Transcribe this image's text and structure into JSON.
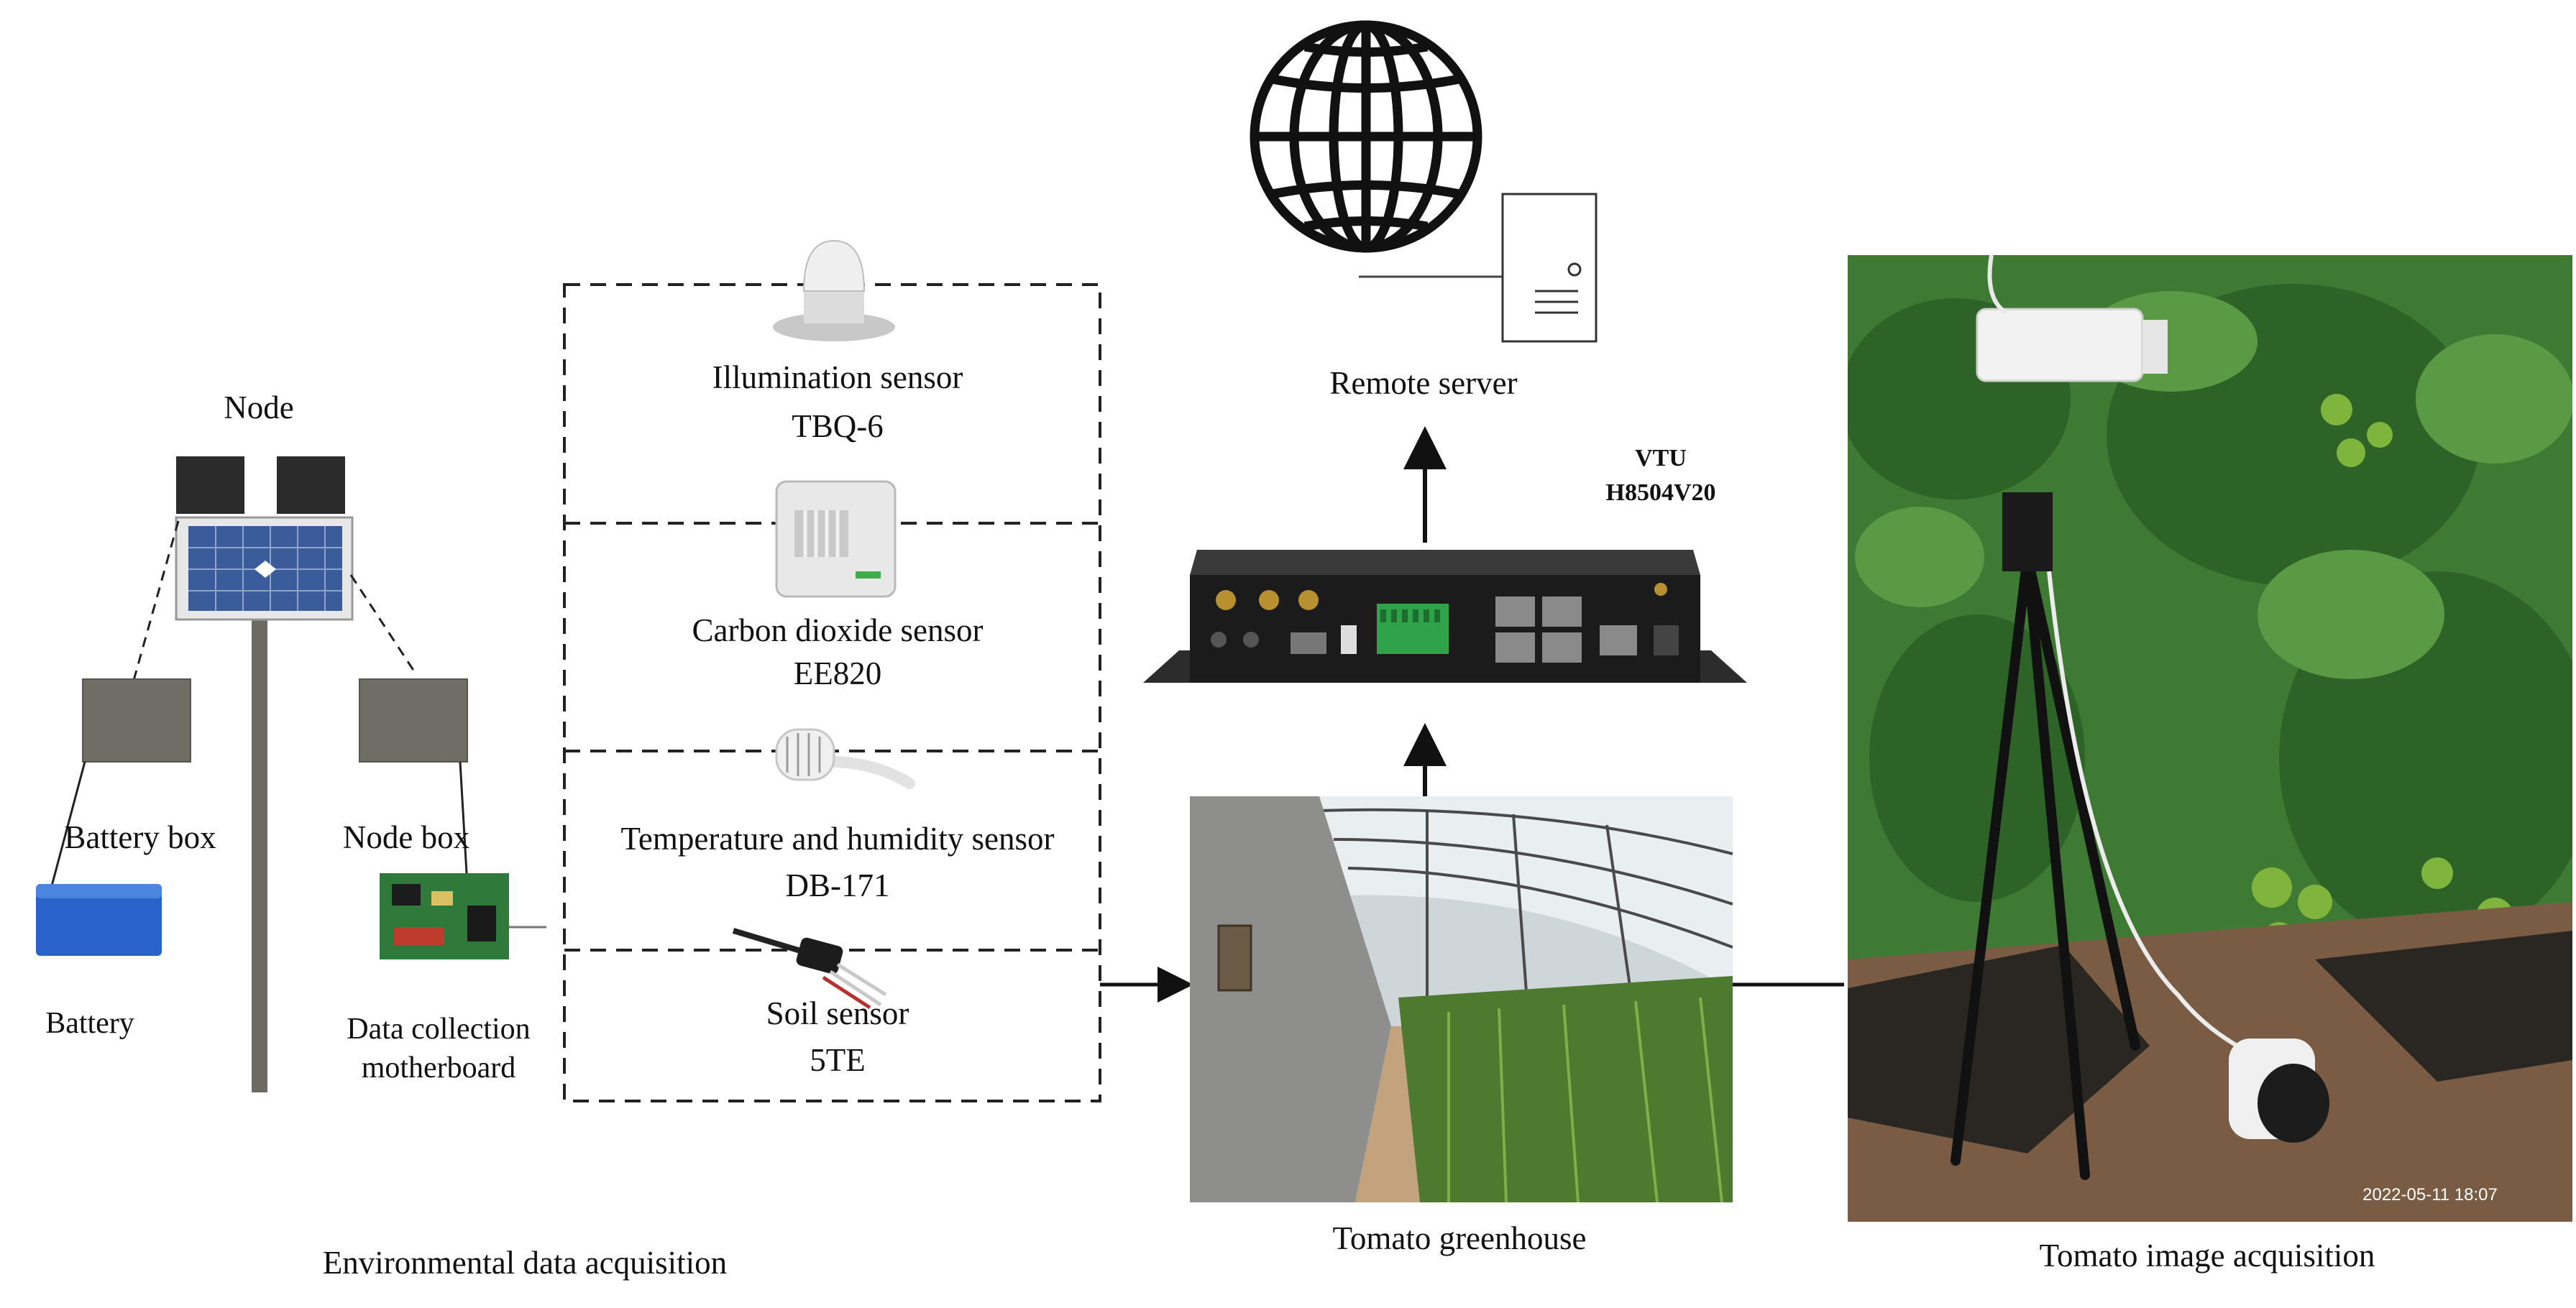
{
  "node": {
    "title": "Node",
    "battery_box": "Battery box",
    "node_box": "Node box",
    "battery": "Battery",
    "motherboard_line1": "Data collection",
    "motherboard_line2": "motherboard"
  },
  "sensors": [
    {
      "name": "Illumination sensor",
      "model": "TBQ-6"
    },
    {
      "name": "Carbon dioxide sensor",
      "model": "EE820"
    },
    {
      "name": "Temperature and humidity sensor",
      "model": "DB-171"
    },
    {
      "name": "Soil sensor",
      "model": "5TE"
    }
  ],
  "server": {
    "label": "Remote server"
  },
  "vtu": {
    "line1": "VTU",
    "line2": "H8504V20"
  },
  "greenhouse": {
    "label": "Tomato greenhouse"
  },
  "section_labels": {
    "environment": "Environmental data acquisition",
    "image": "Tomato image acquisition"
  },
  "camera_timestamp": "2022-05-11 18:07",
  "colors": {
    "battery_blue": "#2a63c9",
    "pcb_green": "#2f7a3a",
    "foliage": "#3f7a34",
    "soil": "#7a5c44"
  }
}
